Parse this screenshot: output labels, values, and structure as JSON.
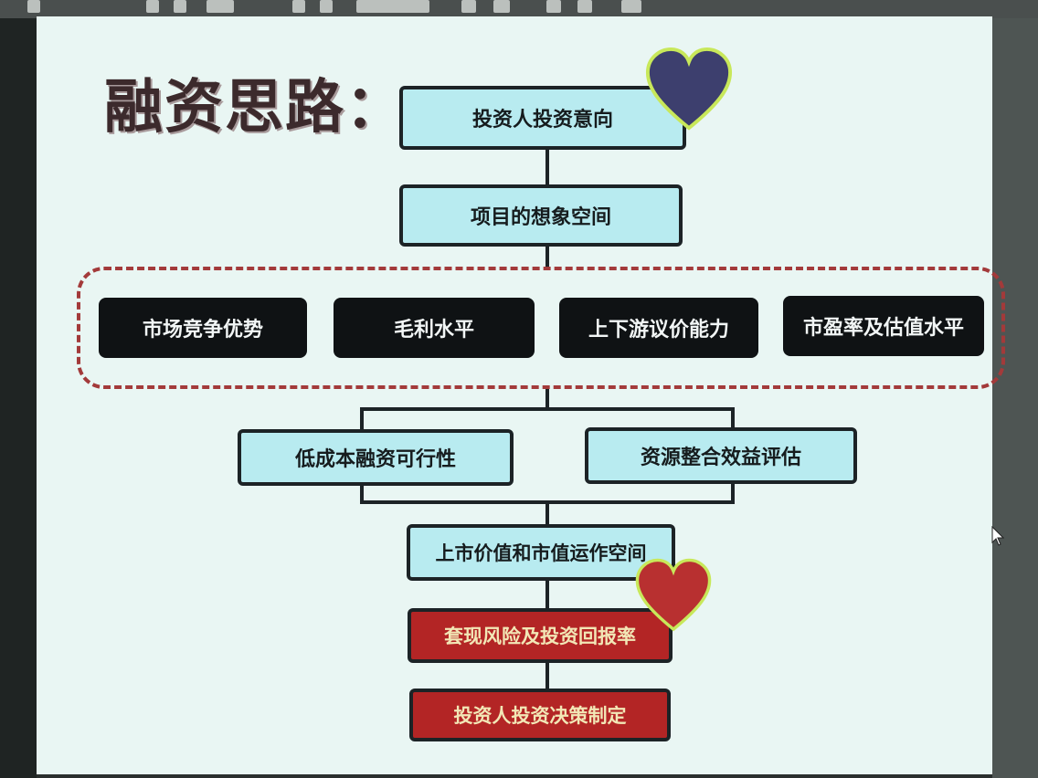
{
  "title": "融资思路：",
  "flow": {
    "step1": "投资人投资意向",
    "step2": "项目的想象空间",
    "factors": [
      "市场竞争优势",
      "毛利水平",
      "上下游议价能力",
      "市盈率及估值水平"
    ],
    "branch_left": "低成本融资可行性",
    "branch_right": "资源整合效益评估",
    "step3": "上市价值和市值运作空间",
    "step4": "套现风险及投资回报率",
    "step5": "投资人投资决策制定"
  },
  "colors": {
    "slide_bg": "#e9f6f3",
    "box_light": "#b8ebf0",
    "box_dark": "#0f1214",
    "box_red": "#b32525",
    "dashed_border": "#a33a3a",
    "heart_dark": "#3d3f6e",
    "heart_red": "#b83030",
    "heart_outline": "#c8e85a"
  }
}
